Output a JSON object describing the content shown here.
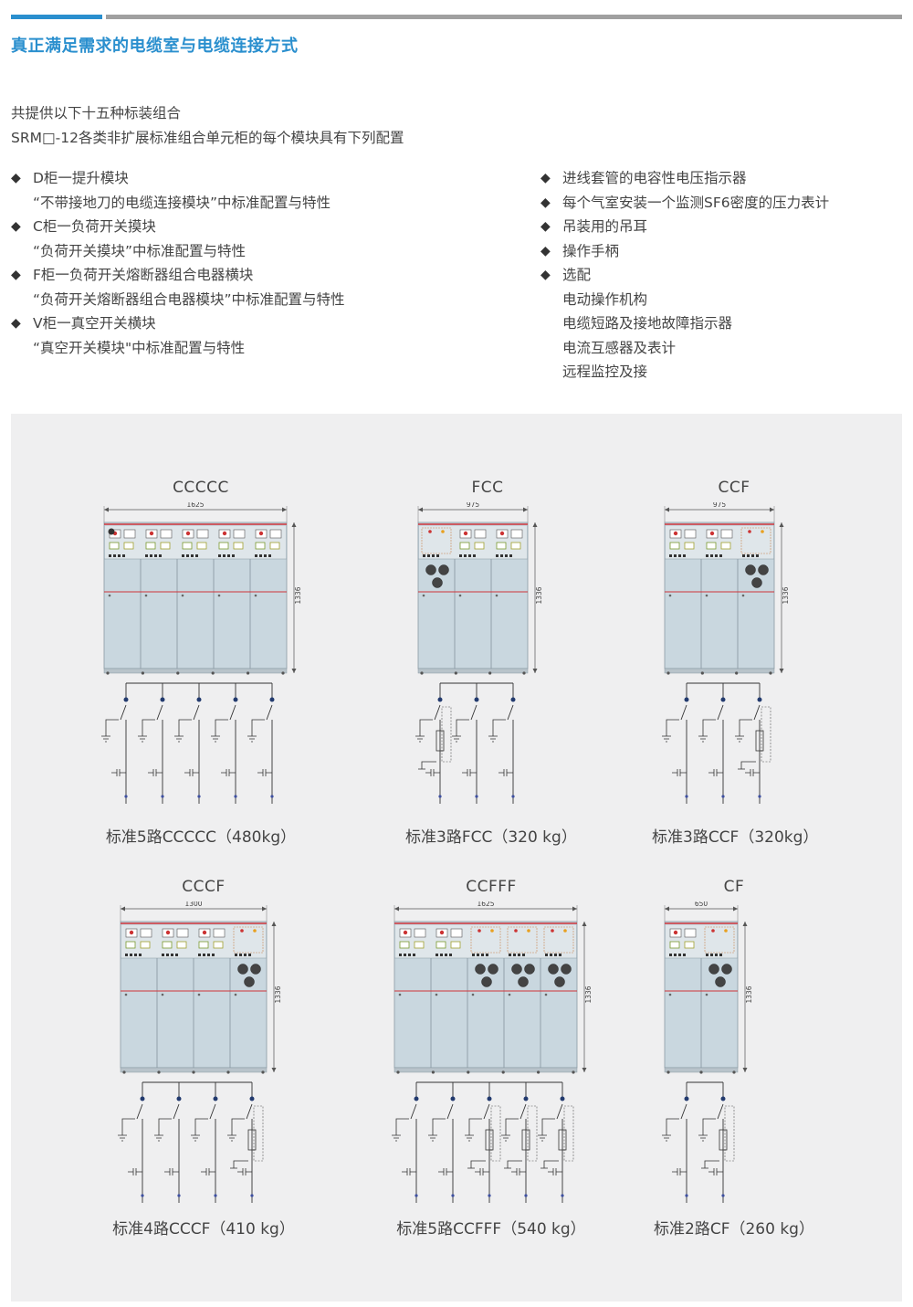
{
  "header": {
    "title": "真正满足需求的电缆室与电缆连接方式"
  },
  "intro": {
    "line1": "共提供以下十五种标装组合",
    "line2": "SRM□-12各类非扩展标准组合单元柜的每个模块具有下列配置"
  },
  "left_list": [
    {
      "bullet": "◆",
      "title": "D柜一提升模块",
      "desc": "“不带接地刀的电缆连接模块”中标准配置与特性"
    },
    {
      "bullet": "◆",
      "title": "C柜一负荷开关摸块",
      "desc": "“负荷开关摸块”中标准配置与特性"
    },
    {
      "bullet": "◆",
      "title": "F柜一负荷开关熔断器组合电器横块",
      "desc": "“负荷开关熔断器组合电器模块”中标准配置与特性"
    },
    {
      "bullet": "◆",
      "title": "V柜一真空开关横块",
      "desc": "“真空开关模块\"中标准配置与特性"
    }
  ],
  "right_list": {
    "items": [
      {
        "bullet": "◆",
        "text": "进线套管的电容性电压指示器"
      },
      {
        "bullet": "◆",
        "text": "每个气室安装一个监测SF6密度的压力表计"
      },
      {
        "bullet": "◆",
        "text": "吊装用的吊耳"
      },
      {
        "bullet": "◆",
        "text": "操作手柄"
      },
      {
        "bullet": "◆",
        "text": "选配"
      }
    ],
    "options": [
      "电动操作机构",
      "电缆短路及接地故障指示器",
      "电流互感器及表计",
      "远程监控及接"
    ]
  },
  "configs": [
    {
      "id": "ccccc",
      "name": "CCCCC",
      "width_label": "1625",
      "height_label": "1336",
      "caption": "标准5路CCCCC（480kg）",
      "units": "CCCCC"
    },
    {
      "id": "fcc",
      "name": "FCC",
      "width_label": "975",
      "height_label": "1336",
      "caption": "标准3路FCC（320 kg）",
      "units": "FCC"
    },
    {
      "id": "ccf",
      "name": "CCF",
      "width_label": "975",
      "height_label": "1336",
      "caption": "标准3路CCF（320kg）",
      "units": "CCF"
    },
    {
      "id": "cccf",
      "name": "CCCF",
      "width_label": "1300",
      "height_label": "1336",
      "caption": "标准4路CCCF（410 kg）",
      "units": "CCCF"
    },
    {
      "id": "ccfff",
      "name": "CCFFF",
      "width_label": "1625",
      "height_label": "1336",
      "caption": "标准5路CCFFF（540 kg）",
      "units": "CCFFF"
    },
    {
      "id": "cf",
      "name": "CF",
      "width_label": "650",
      "height_label": "1336",
      "caption": "标准2路CF（260 kg）",
      "units": "CF"
    }
  ],
  "colors": {
    "accent": "#2a8fce",
    "cabinet": "#c9d7df",
    "red_line": "#d0343a",
    "panel_bg": "#efeff0"
  }
}
